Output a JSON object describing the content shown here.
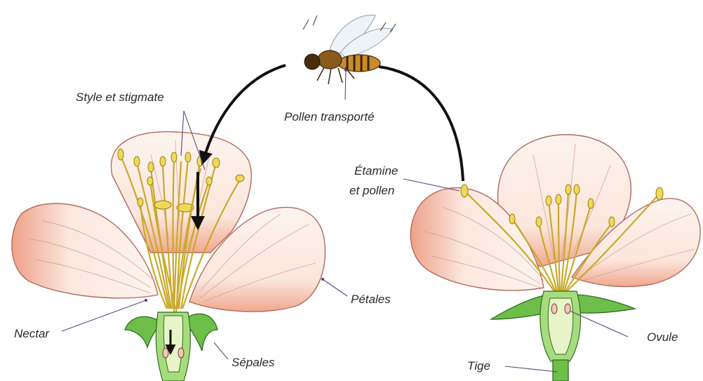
{
  "labels": {
    "style_stigmate": "Style et stigmate",
    "pollen_transporte": "Pollen transporté",
    "etamine_line1": "Étamine",
    "etamine_line2": "et pollen",
    "petales": "Pétales",
    "nectar": "Nectar",
    "sepales": "Sépales",
    "ovule": "Ovule",
    "tige": "Tige"
  },
  "colors": {
    "petal_fill": "#fbeee8",
    "petal_edge": "#e59a86",
    "anther": "#f0d95a",
    "stem": "#6dbf4a",
    "arrow": "#111111"
  }
}
